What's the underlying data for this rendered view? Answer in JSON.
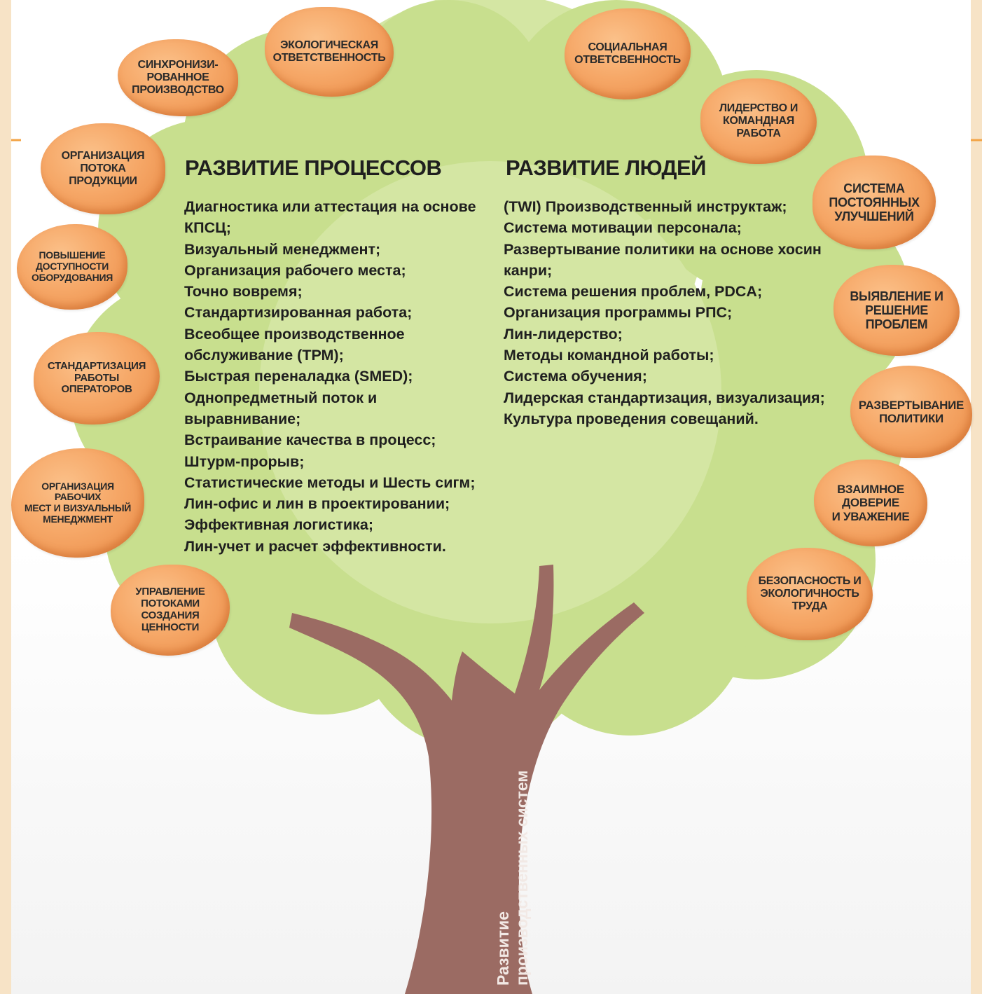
{
  "colors": {
    "foliage": "#d4e6a3",
    "foliage_dark": "#c8df8e",
    "trunk": "#9b6b63",
    "leaf": "#f6a868",
    "border_strip": "#f7e3c6",
    "accent_line": "#f3a445"
  },
  "headings": {
    "processes": "РАЗВИТИЕ ПРОЦЕССОВ",
    "people": "РАЗВИТИЕ ЛЮДЕЙ"
  },
  "processes": [
    "Диагностика или аттестация на основе",
    "КПСЦ;",
    "Визуальный менеджмент;",
    "Организация рабочего места;",
    "Точно вовремя;",
    "Стандартизированная работа;",
    "Всеобщее производственное",
    "обслуживание (ТРМ);",
    "Быстрая переналадка (SMED);",
    "Однопредметный поток и",
    "выравнивание;",
    "Встраивание качества в процесс;",
    "Штурм-прорыв;",
    "Статистические методы и Шесть сигм;",
    "Лин-офис и  лин в проектировании;",
    "Эффективная логистика;",
    "Лин-учет и расчет эффективности."
  ],
  "people": [
    "(TWI) Производственный инструктаж;",
    "Система мотивации персонала;",
    "Развертывание политики на основе хосин",
    "канри;",
    "Система решения проблем, PDCA;",
    "Организация программы РПС;",
    "Лин-лидерство;",
    "Методы командной работы;",
    "Система обучения;",
    "Лидерская стандартизация, визуализация;",
    "Культура проведения совещаний."
  ],
  "leaves": [
    "СИНХРОНИЗИ-\nРОВАННОЕ\nПРОИЗВОДСТВО",
    "ЭКОЛОГИЧЕСКАЯ\nОТВЕТСТВЕННОСТЬ",
    "СОЦИАЛЬНАЯ\nОТВЕТСВЕННОСТЬ",
    "ЛИДЕРСТВО И\nКОМАНДНАЯ\nРАБОТА",
    "ОРГАНИЗАЦИЯ\nПОТОКА\nПРОДУКЦИИ",
    "СИСТЕМА\nПОСТОЯННЫХ\nУЛУЧШЕНИЙ",
    "ПОВЫШЕНИЕ\nДОСТУПНОСТИ\nОБОРУДОВАНИЯ",
    "ВЫЯВЛЕНИЕ И\nРЕШЕНИЕ\nПРОБЛЕМ",
    "СТАНДАРТИЗАЦИЯ\nРАБОТЫ\nОПЕРАТОРОВ",
    "РАЗВЕРТЫВАНИЕ\nПОЛИТИКИ",
    "ОРГАНИЗАЦИЯ\nРАБОЧИХ\nМЕСТ И ВИЗУАЛЬНЫЙ\nМЕНЕДЖМЕНТ",
    "ВЗАИМНОЕ\nДОВЕРИЕ\nИ УВАЖЕНИЕ",
    "УПРАВЛЕНИЕ\nПОТОКАМИ\nСОЗДАНИЯ\nЦЕННОСТИ",
    "БЕЗОПАСНОСТЬ И\nЭКОЛОГИЧНОСТЬ\nТРУДА"
  ],
  "trunk_label": "Развитие\nпроизводственных систем"
}
